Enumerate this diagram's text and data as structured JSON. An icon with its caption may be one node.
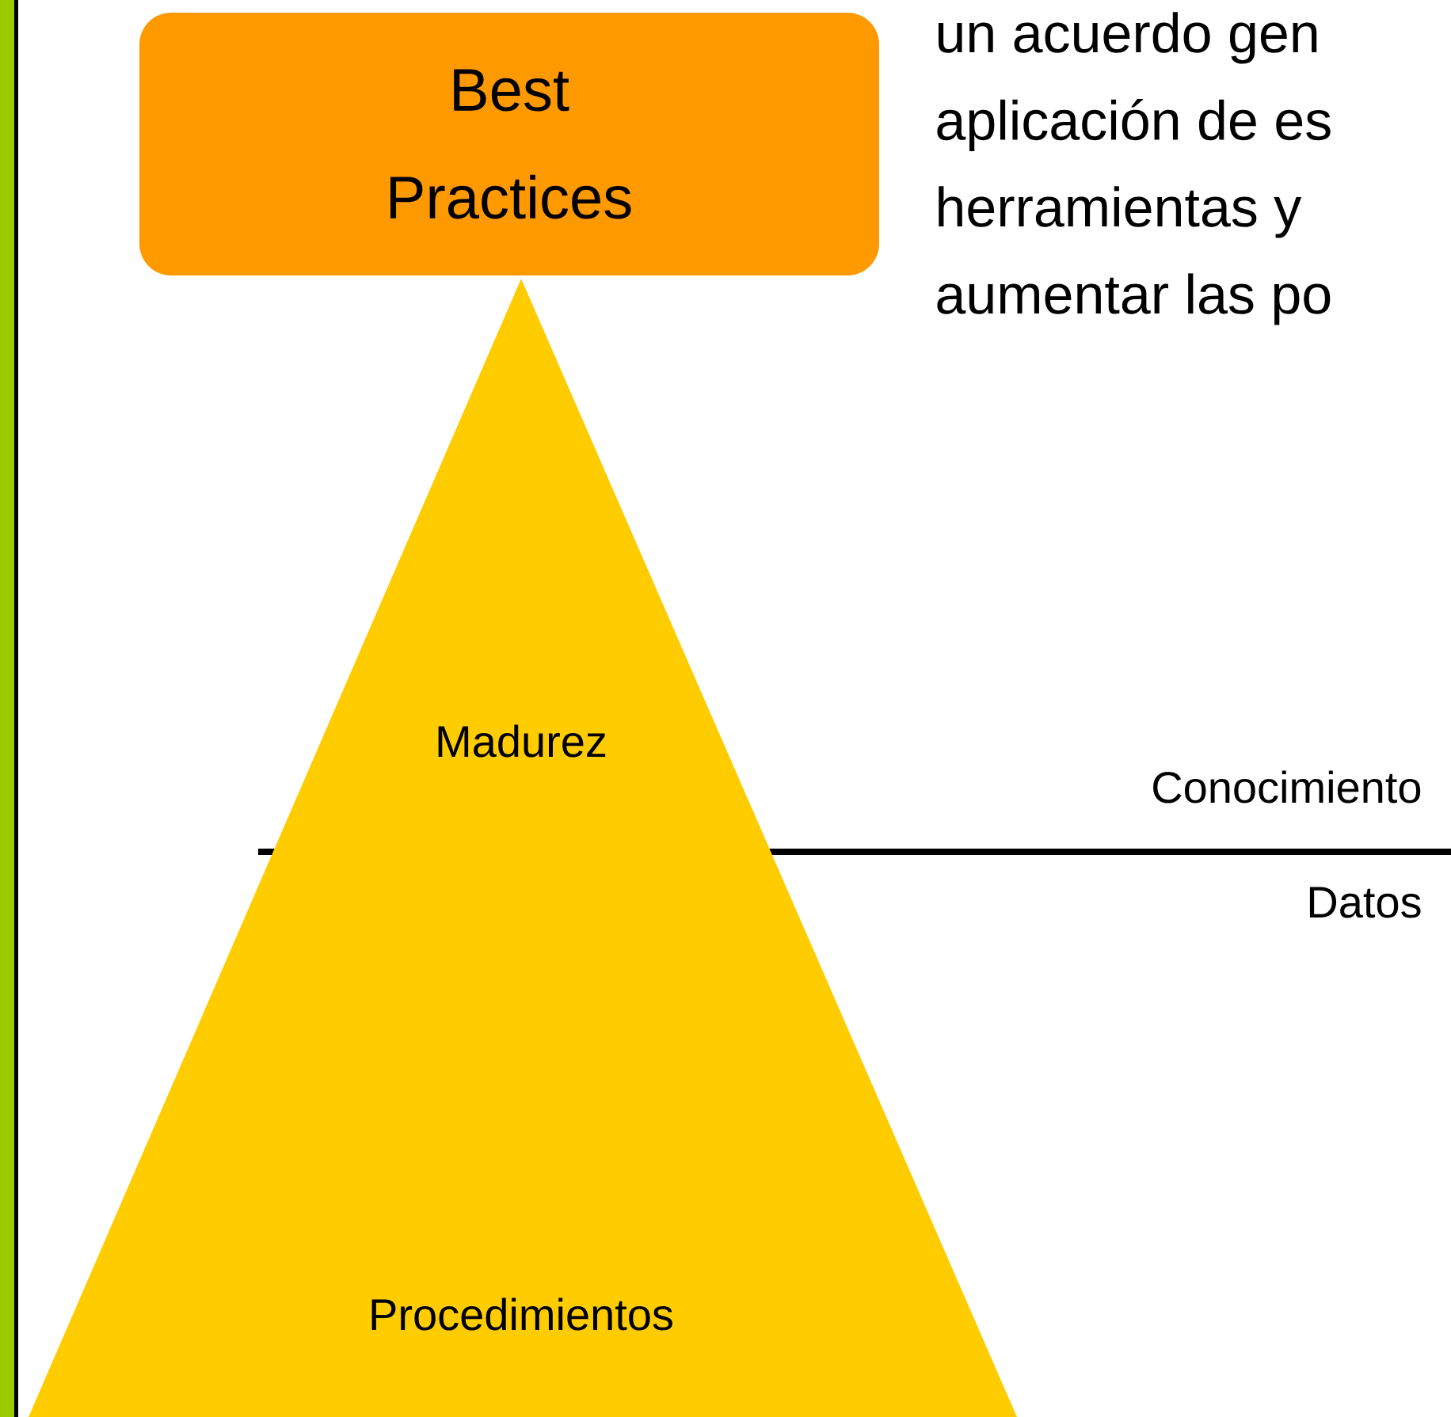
{
  "diagram": {
    "nodes": [
      {
        "text": [
          "Best Practices"
        ]
      },
      {
        "text": [
          "Madurez",
          "Procedimientos"
        ]
      }
    ],
    "labels": [
      "un acuerdo gen",
      "aplicación de es",
      "herramientas y",
      "aumentar las po",
      "Conocimiento",
      "Datos"
    ]
  }
}
